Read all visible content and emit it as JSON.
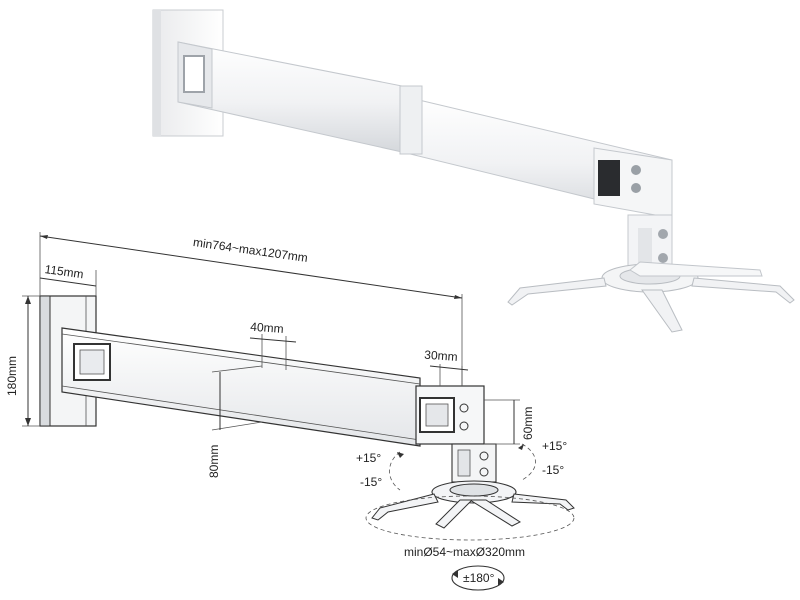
{
  "dimensions": {
    "overall_length": "min764~max1207mm",
    "wall_plate_width": "115mm",
    "wall_plate_height": "180mm",
    "arm_height": "80mm",
    "inner_tube": "40mm",
    "end_width": "30mm",
    "end_drop": "60mm",
    "tilt_left_up": "+15°",
    "tilt_left_down": "-15°",
    "tilt_right_up": "+15°",
    "tilt_right_down": "-15°",
    "mount_range": "minØ54~maxØ320mm",
    "rotation": "±180°"
  },
  "colors": {
    "product_white": "#f3f4f6",
    "product_shade": "#cfd3d8",
    "line_art": "#333333"
  }
}
